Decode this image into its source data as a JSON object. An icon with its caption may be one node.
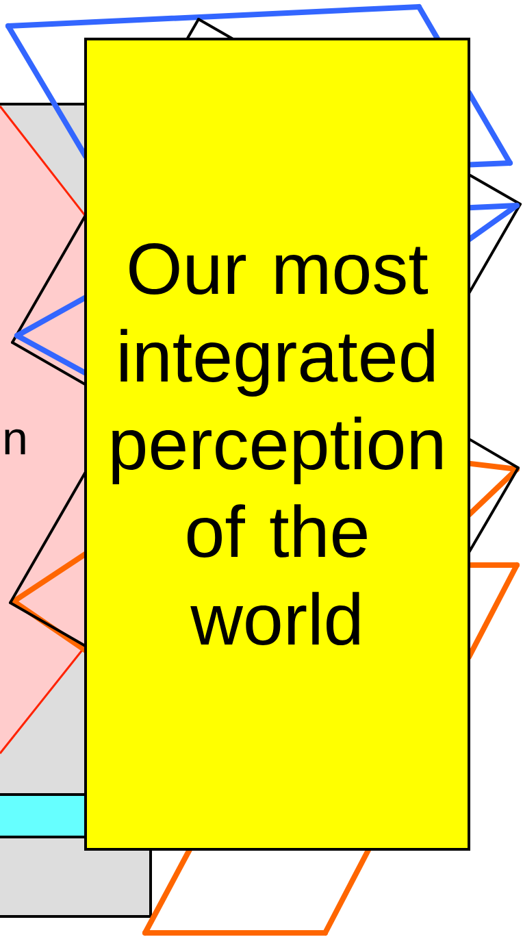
{
  "diagram": {
    "nodes": [
      {
        "text": [],
        "shape": "box"
      },
      {
        "text": [
          "n"
        ],
        "in": 0
      },
      {
        "text": [],
        "shape": "bar",
        "in": 0
      },
      {
        "text": [
          "Our most integrated perception of the world"
        ]
      }
    ]
  }
}
